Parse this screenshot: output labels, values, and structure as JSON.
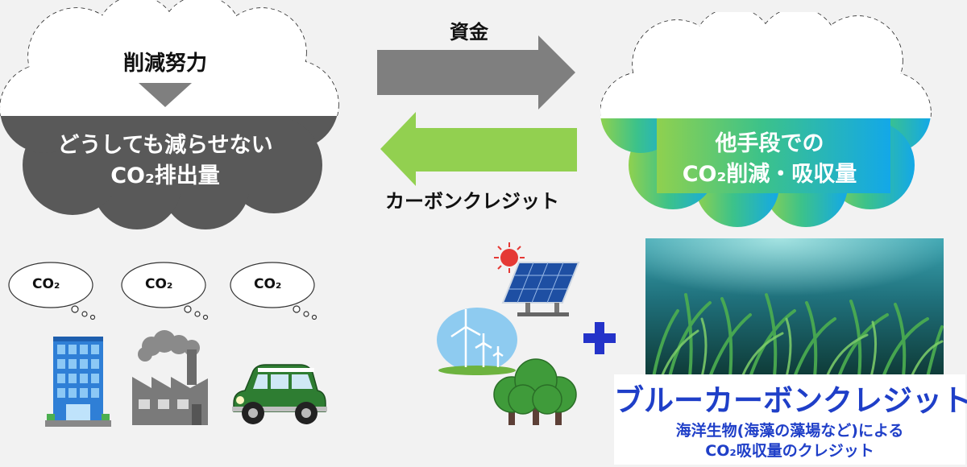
{
  "left_cloud": {
    "top_label": "削減努力",
    "bottom_label_line1": "どうしても減らせない",
    "bottom_label_line2": "CO₂排出量"
  },
  "right_cloud": {
    "label_line1": "他手段での",
    "label_line2": "CO₂削減・吸収量"
  },
  "arrows": {
    "funding_label": "資金",
    "credit_label": "カーボンクレジット"
  },
  "emission_sources": {
    "bubbles": [
      "CO₂",
      "CO₂",
      "CO₂"
    ],
    "icons": [
      "office-building-icon",
      "factory-icon",
      "car-icon"
    ]
  },
  "offset_sources": {
    "icons": [
      "sun-icon",
      "solar-panel-icon",
      "wind-turbine-icon",
      "forest-icon",
      "seagrass-photo"
    ],
    "plus": "+"
  },
  "blue_carbon": {
    "title": "ブルーカーボンクレジット",
    "subtitle_line1": "海洋生物(海藻の藻場など)による",
    "subtitle_line2": "CO₂吸収量のクレジット"
  },
  "colors": {
    "dark_gray": "#595959",
    "arrow_gray": "#7f7f7f",
    "arrow_green": "#92d050",
    "title_blue": "#1f3fc8"
  }
}
